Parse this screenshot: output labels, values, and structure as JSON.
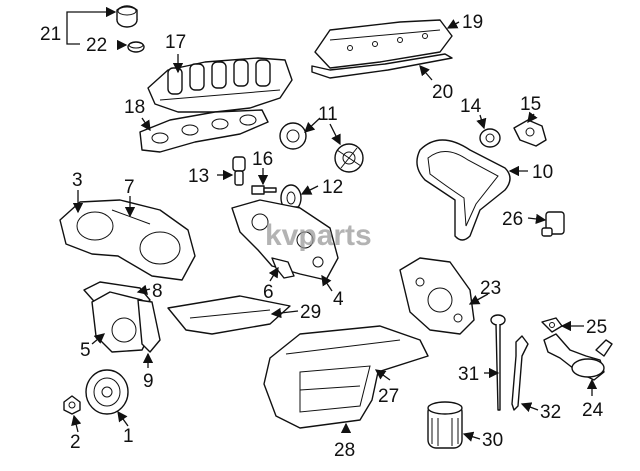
{
  "watermark": "kvparts",
  "callouts": [
    {
      "id": "1",
      "text": "1"
    },
    {
      "id": "2",
      "text": "2"
    },
    {
      "id": "3",
      "text": "3"
    },
    {
      "id": "4",
      "text": "4"
    },
    {
      "id": "5",
      "text": "5"
    },
    {
      "id": "6",
      "text": "6"
    },
    {
      "id": "7",
      "text": "7"
    },
    {
      "id": "8",
      "text": "8"
    },
    {
      "id": "9",
      "text": "9"
    },
    {
      "id": "10",
      "text": "10"
    },
    {
      "id": "11",
      "text": "11"
    },
    {
      "id": "12",
      "text": "12"
    },
    {
      "id": "13",
      "text": "13"
    },
    {
      "id": "14",
      "text": "14"
    },
    {
      "id": "15",
      "text": "15"
    },
    {
      "id": "16",
      "text": "16"
    },
    {
      "id": "17",
      "text": "17"
    },
    {
      "id": "18",
      "text": "18"
    },
    {
      "id": "19",
      "text": "19"
    },
    {
      "id": "20",
      "text": "20"
    },
    {
      "id": "21",
      "text": "21"
    },
    {
      "id": "22",
      "text": "22"
    },
    {
      "id": "23",
      "text": "23"
    },
    {
      "id": "24",
      "text": "24"
    },
    {
      "id": "25",
      "text": "25"
    },
    {
      "id": "26",
      "text": "26"
    },
    {
      "id": "27",
      "text": "27"
    },
    {
      "id": "28",
      "text": "28"
    },
    {
      "id": "29",
      "text": "29"
    },
    {
      "id": "30",
      "text": "30"
    },
    {
      "id": "31",
      "text": "31"
    },
    {
      "id": "32",
      "text": "32"
    }
  ]
}
